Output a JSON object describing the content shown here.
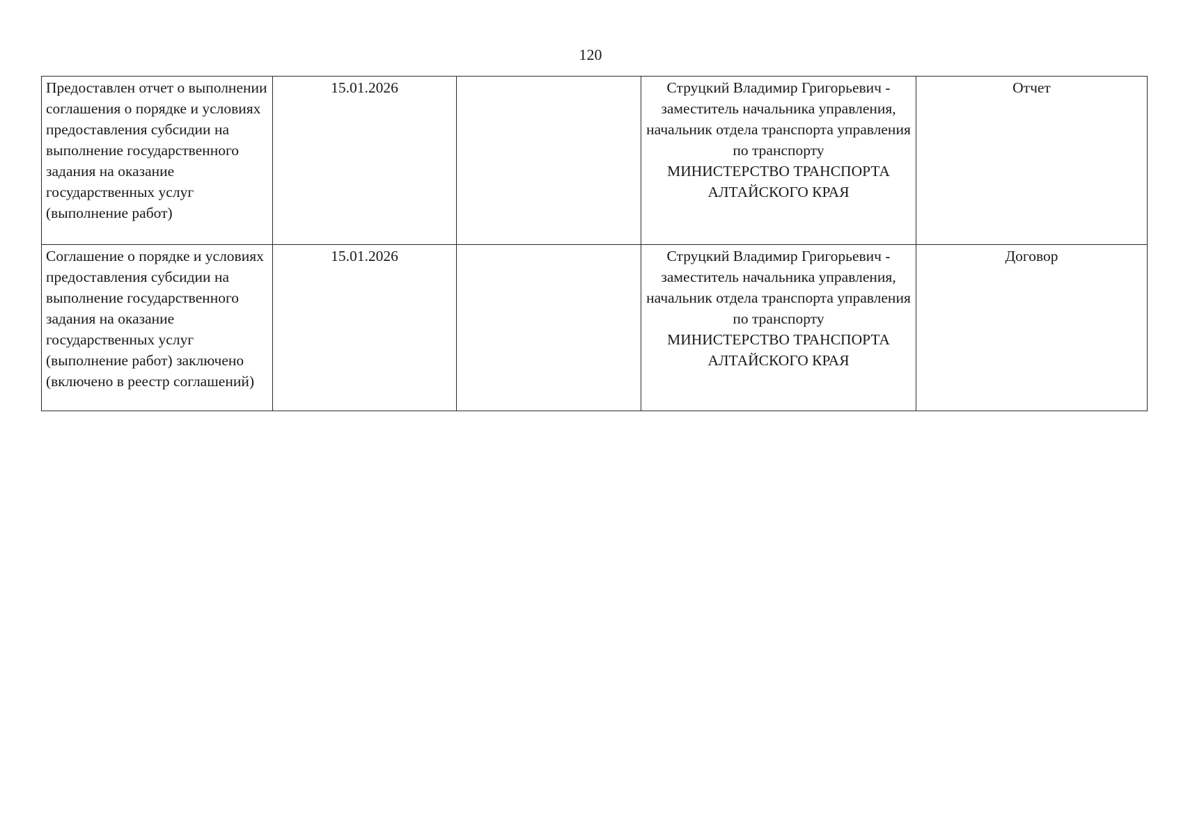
{
  "page": {
    "number": "120"
  },
  "table": {
    "rows": [
      {
        "description": "Предоставлен отчет о выполнении соглашения о порядке и условиях предоставления субсидии на выполнение государственного задания на оказание государственных услуг (выполнение работ)",
        "date": "15.01.2026",
        "empty": "",
        "responsible_person": "Струцкий Владимир Григорьевич - заместитель начальника управления, начальник отдела транспорта управления по транспорту",
        "responsible_org": "МИНИСТЕРСТВО ТРАНСПОРТА АЛТАЙСКОГО КРАЯ",
        "document_type": "Отчет"
      },
      {
        "description": "Соглашение о порядке и условиях предоставления субсидии на выполнение государственного задания на оказание государственных услуг (выполнение работ) заключено (включено в реестр соглашений)",
        "date": "15.01.2026",
        "empty": "",
        "responsible_person": "Струцкий Владимир Григорьевич - заместитель начальника управления, начальник отдела транспорта управления по транспорту",
        "responsible_org": "МИНИСТЕРСТВО ТРАНСПОРТА АЛТАЙСКОГО КРАЯ",
        "document_type": "Договор"
      }
    ]
  }
}
